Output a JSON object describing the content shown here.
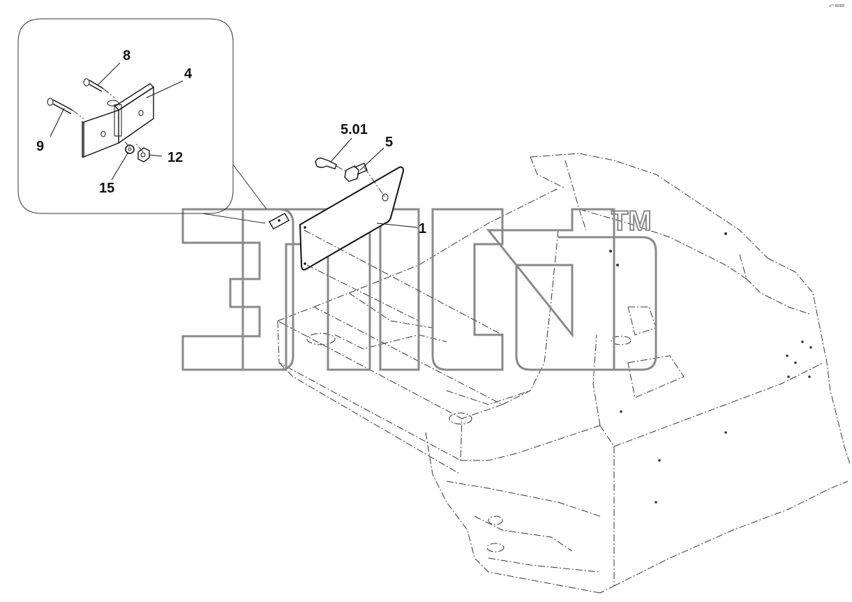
{
  "page_corner_code": "e²⁰ BBBB",
  "watermark": {
    "tm": "TM"
  },
  "callouts": {
    "c1": "1",
    "c4": "4",
    "c5": "5",
    "c501": "5.01",
    "c8": "8",
    "c9": "9",
    "c12": "12",
    "c15": "15"
  }
}
